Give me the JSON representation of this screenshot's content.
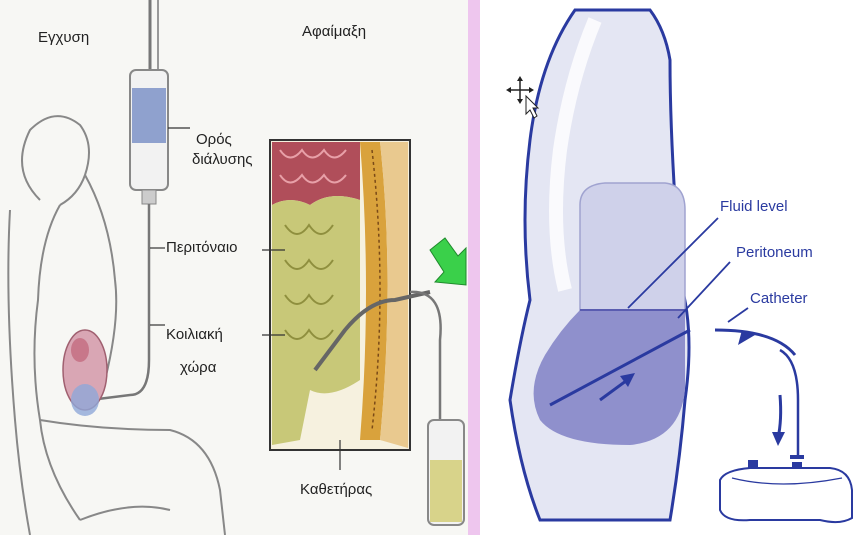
{
  "left": {
    "title_infusion": "Εγχυση",
    "title_drainage": "Αφαίμαξη",
    "label_solution_1": "Ορός",
    "label_solution_2": "διάλυσης",
    "label_peritoneum": "Περιτόναιο",
    "label_cavity_1": "Κοιλιακή",
    "label_cavity_2": "χώρα",
    "label_catheter": "Καθετήρας"
  },
  "right": {
    "label_fluid_level": "Fluid level",
    "label_peritoneum": "Peritoneum",
    "label_catheter": "Catheter"
  },
  "colors": {
    "divider": "#eec6ee",
    "diagram_blue": "#2a3aa0",
    "fluid": "#8f90cc",
    "body_fill": "#e4e6f3",
    "intestine_yellow": "#c8c878",
    "intestine_red": "#b04e5a",
    "arrow_green": "#3ad04a"
  },
  "icons": [
    "move-cursor-icon",
    "green-arrow-icon",
    "drainage-bag-icon",
    "iv-bag-icon"
  ]
}
